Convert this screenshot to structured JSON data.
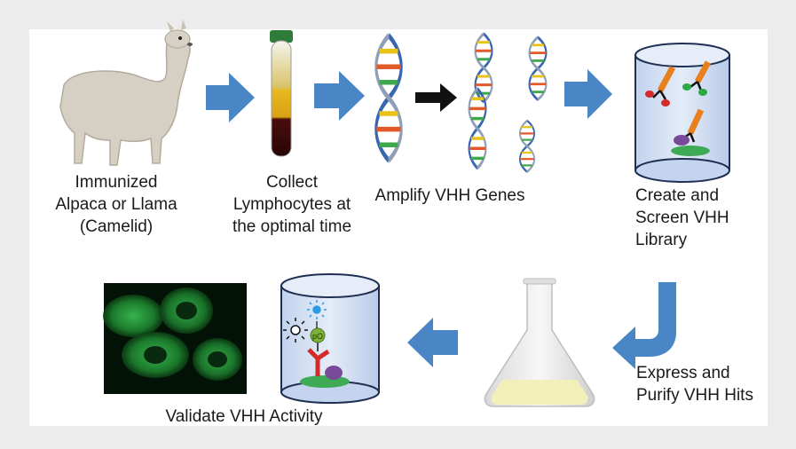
{
  "steps": {
    "immunize": "Immunized\nAlpaca or Llama\n(Camelid)",
    "collect": "Collect\nLymphocytes at\nthe optimal time",
    "amplify": "Amplify VHH Genes",
    "library": "Create and\nScreen VHH\nLibrary",
    "express": "Express and\nPurify VHH Hits",
    "validate": "Validate VHH Activity"
  },
  "antigen_label": "pO",
  "colors": {
    "background": "#ececec",
    "panel": "#ffffff",
    "arrow": "#4a86c5",
    "antibody_orange": "#e8801e",
    "antibody_red": "#d42a2a",
    "antigen_purple": "#7a4a9a",
    "membrane_green": "#3faa55",
    "cylinder": "#d4e1f4",
    "flask_liquid": "#f2f0b8",
    "fluorescence": "#2fb04a"
  }
}
